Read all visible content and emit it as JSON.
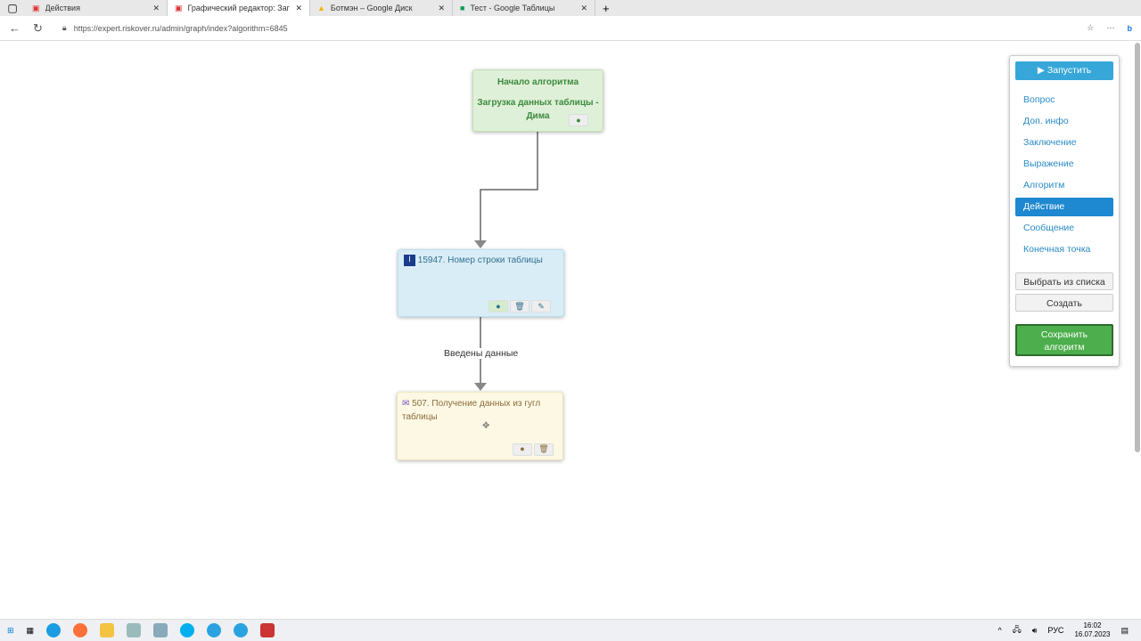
{
  "browser": {
    "tabs": [
      {
        "title": "Действия"
      },
      {
        "title": "Графический редактор: Загрузк"
      },
      {
        "title": "Ботмэн – Google Диск"
      },
      {
        "title": "Тест - Google Таблицы"
      }
    ],
    "url": "https://expert.riskover.ru/admin/graph/index?algorithm=6845"
  },
  "graph": {
    "start": {
      "title": "Начало алгоритма",
      "subtitle": "Загрузка данных таблицы - Дима"
    },
    "node1": {
      "label": "15947. Номер строки таблицы"
    },
    "edge_label": "Введены данные",
    "node2": {
      "label": "507. Получение данных из гугл таблицы"
    }
  },
  "panel": {
    "run": "Запустить",
    "items": [
      "Вопрос",
      "Доп. инфо",
      "Заключение",
      "Выражение",
      "Алгоритм",
      "Действие",
      "Сообщение",
      "Конечная точка"
    ],
    "selected": "Действие",
    "pick": "Выбрать из списка",
    "create": "Создать",
    "save": "Сохранить алгоритм"
  },
  "taskbar": {
    "lang": "РУС",
    "time": "16:02",
    "date": "16.07.2023"
  }
}
